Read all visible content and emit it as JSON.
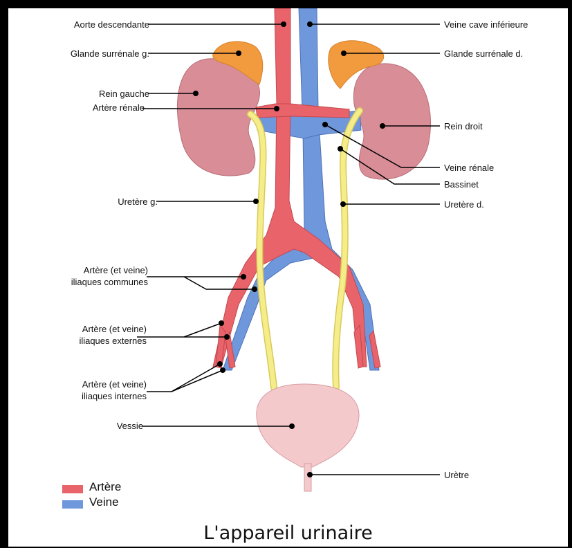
{
  "title": "L'appareil urinaire",
  "colors": {
    "artery": "#E8636A",
    "vein": "#6F97DC",
    "ureter": "#F3E97A",
    "kidney": "#D88D97",
    "adrenal": "#F29A3E",
    "bladder": "#F4C9CC"
  },
  "legend": {
    "artery_label": "Artère",
    "vein_label": "Veine"
  },
  "labels": {
    "aorte": "Aorte descendante",
    "glande_g": "Glande surrénale g.",
    "rein_gauche": "Rein gauche",
    "artere_renale": "Artère rénale",
    "uretere_g": "Uretère g.",
    "iliaques_communes_1": "Artère (et veine)",
    "iliaques_communes_2": "iliaques communes",
    "iliaques_externes_1": "Artère (et veine)",
    "iliaques_externes_2": "iliaques externes",
    "iliaques_internes_1": "Artère (et veine)",
    "iliaques_internes_2": "iliaques internes",
    "vessie": "Vessie",
    "veine_cave": "Veine cave inférieure",
    "glande_d": "Glande surrénale d.",
    "rein_droit": "Rein droit",
    "veine_renale": "Veine rénale",
    "bassinet": "Bassinet",
    "uretere_d": "Uretère d.",
    "uretre": "Urètre"
  }
}
